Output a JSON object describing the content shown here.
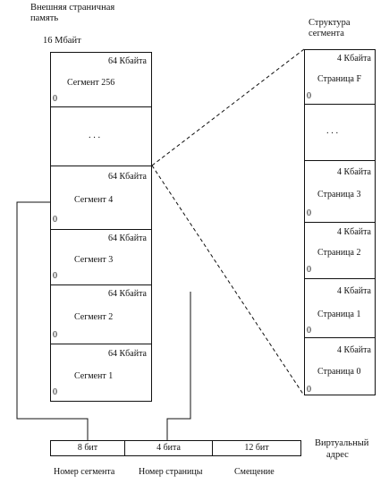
{
  "titles": {
    "external_memory_line1": "Внешняя страничная",
    "external_memory_line2": "память",
    "total_size": "16 Мбайт",
    "segment_structure_line1": "Структура",
    "segment_structure_line2": "сегмента",
    "virtual_address_line1": "Виртуальный",
    "virtual_address_line2": "адрес"
  },
  "zero": "0",
  "ellipsis": ". . .",
  "segments": [
    {
      "size": "64 Кбайта",
      "name": "Сегмент 256"
    },
    {
      "size": "64 Кбайта",
      "name": "Сегмент 4"
    },
    {
      "size": "64 Кбайта",
      "name": "Сегмент 3"
    },
    {
      "size": "64 Кбайта",
      "name": "Сегмент 2"
    },
    {
      "size": "64 Кбайта",
      "name": "Сегмент 1"
    }
  ],
  "pages": [
    {
      "size": "4 Кбайта",
      "name": "Страница F"
    },
    {
      "size": "4 Кбайта",
      "name": "Страница 3"
    },
    {
      "size": "4 Кбайта",
      "name": "Страница 2"
    },
    {
      "size": "4 Кбайта",
      "name": "Страница 1"
    },
    {
      "size": "4 Кбайта",
      "name": "Страница 0"
    }
  ],
  "address_fields": [
    {
      "bits": "8 бит",
      "label": "Номер сегмента"
    },
    {
      "bits": "4 бита",
      "label": "Номер страницы"
    },
    {
      "bits": "12 бит",
      "label": "Смещение"
    }
  ]
}
